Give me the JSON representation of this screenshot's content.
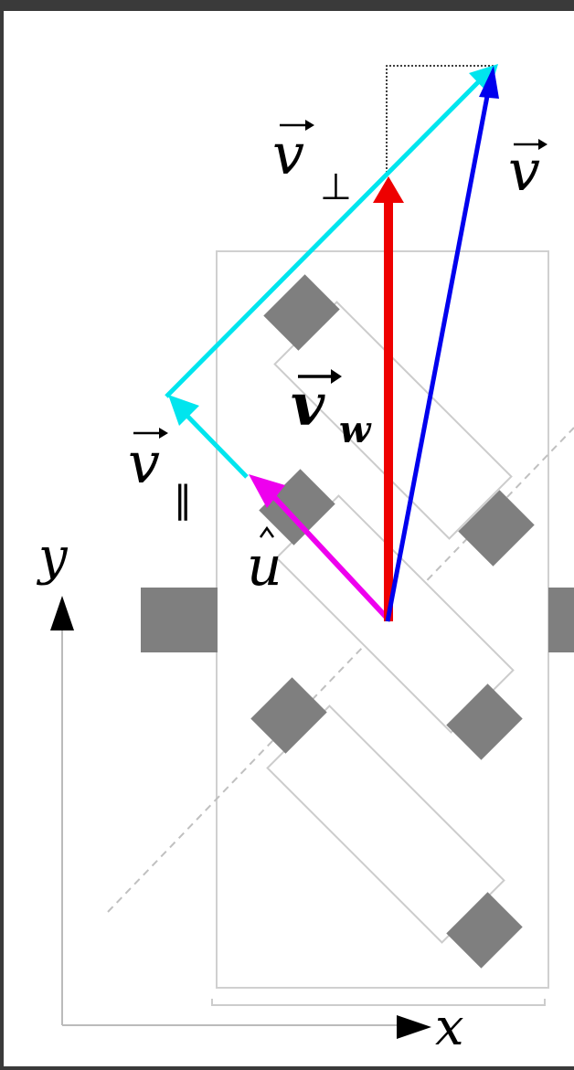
{
  "labels": {
    "v_perp": "v",
    "perp_sub": "⊥",
    "v_total": "v",
    "v_wheel": "v",
    "w_sub": "w",
    "v_par": "v",
    "par_sub": "‖",
    "u_hat": "u",
    "y_axis": "y",
    "x_axis": "x"
  },
  "colors": {
    "v_total": "#0000ee",
    "v_wheel": "#ee0000",
    "v_perp": "#00e5ee",
    "v_par": "#00e5ee",
    "u_hat": "#ee00ee",
    "wheel_roller": "#808080",
    "chassis_outline": "#cccccc",
    "axis": "#aaaaaa"
  },
  "icons": {
    "y_arrowhead": "triangle-up",
    "x_arrowhead": "triangle-right"
  }
}
